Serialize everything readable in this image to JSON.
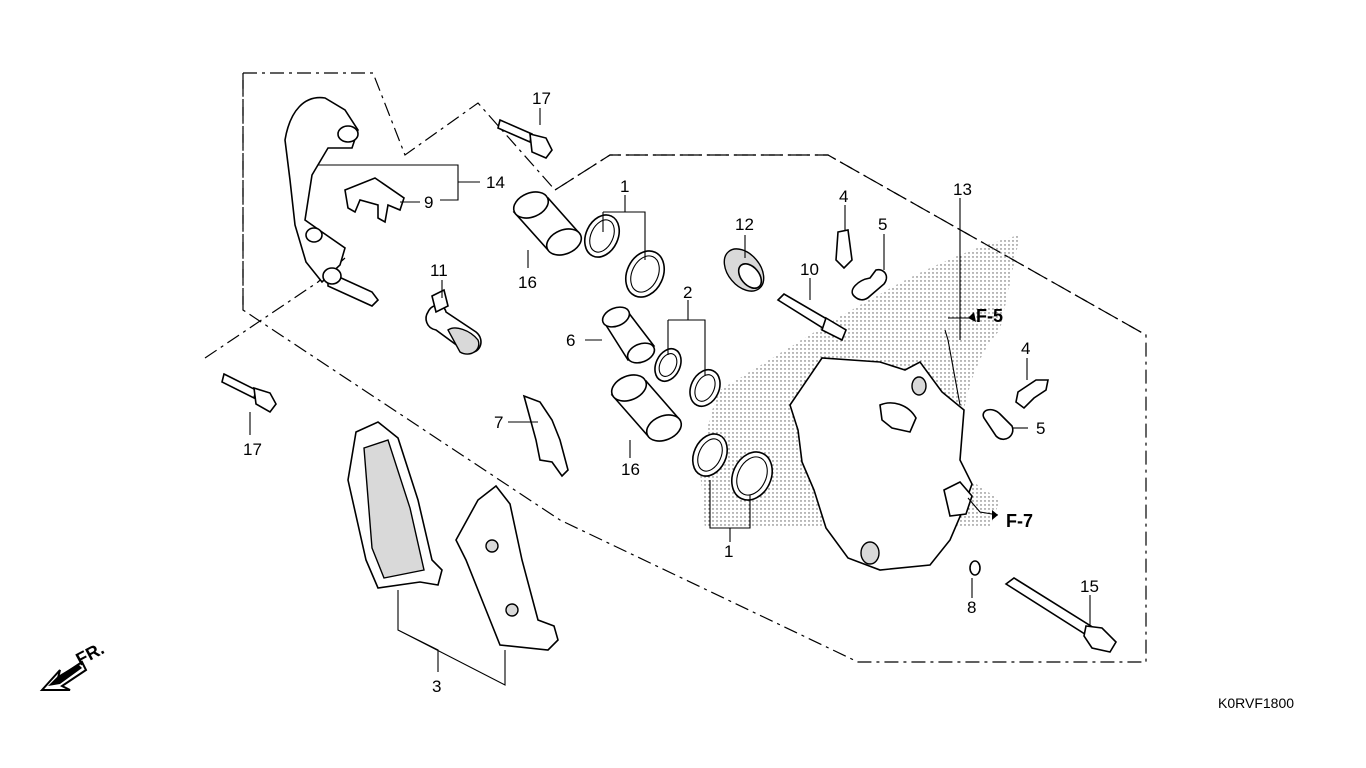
{
  "diagram": {
    "catalog_code": "K0RVF1800",
    "front_marker": "FR.",
    "references": {
      "f5": "F-5",
      "f7": "F-7"
    },
    "callouts": {
      "c1a": "1",
      "c1b": "1",
      "c2": "2",
      "c3": "3",
      "c4a": "4",
      "c4b": "4",
      "c5a": "5",
      "c5b": "5",
      "c6": "6",
      "c7": "7",
      "c8": "8",
      "c9": "9",
      "c10": "10",
      "c11": "11",
      "c12": "12",
      "c13": "13",
      "c14": "14",
      "c15": "15",
      "c16a": "16",
      "c16b": "16",
      "c17a": "17",
      "c17b": "17"
    }
  }
}
